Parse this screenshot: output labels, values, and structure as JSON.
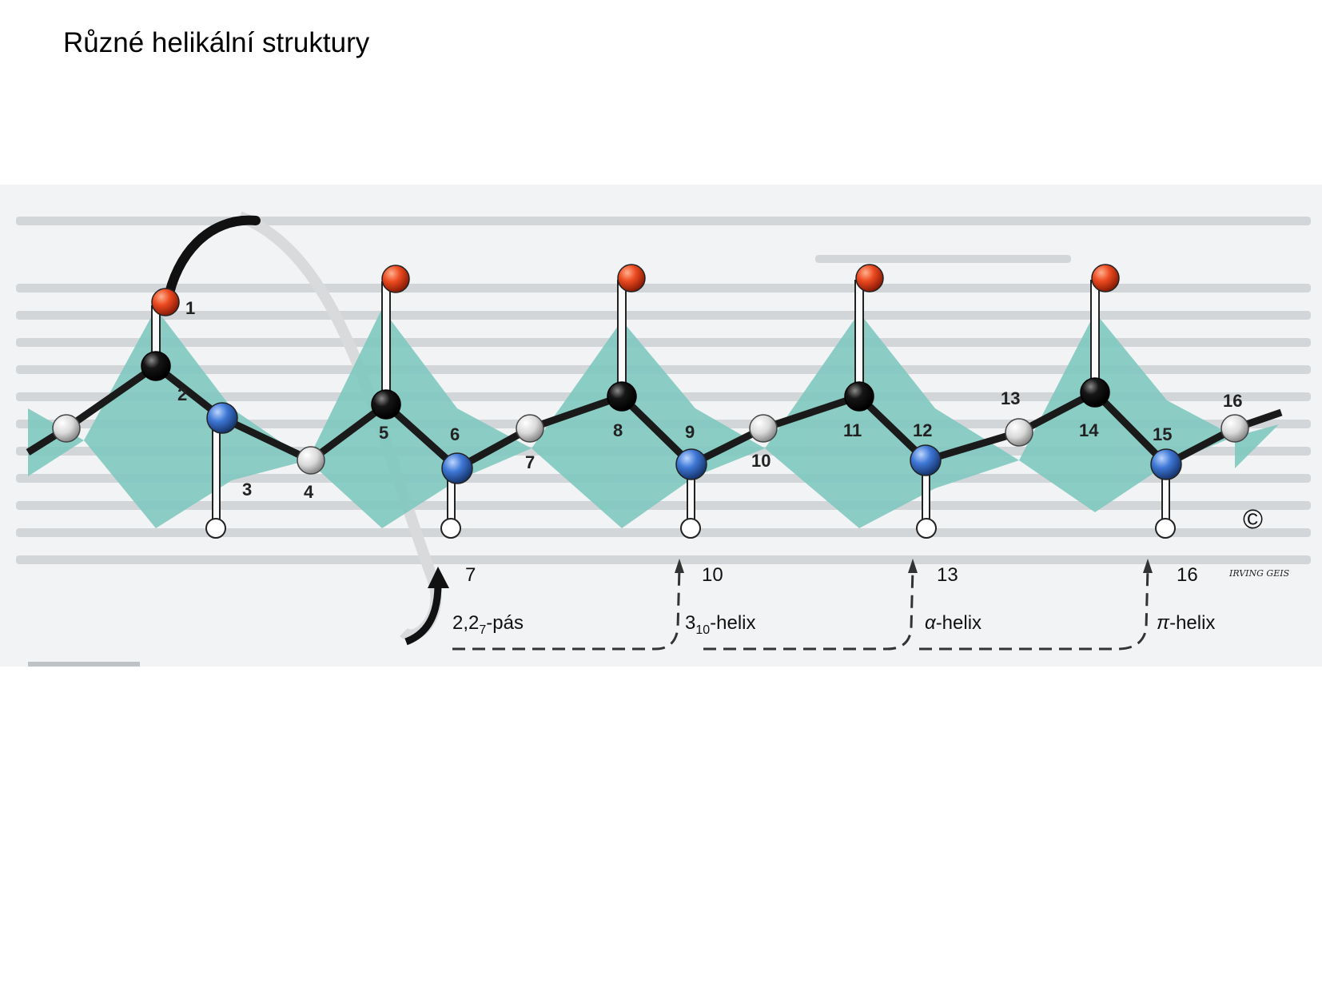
{
  "title": "Různé helikální struktury",
  "figure": {
    "atom_numbers": [
      "1",
      "2",
      "3",
      "4",
      "5",
      "6",
      "7",
      "8",
      "9",
      "10",
      "11",
      "12",
      "13",
      "14",
      "15",
      "16"
    ],
    "hbond_partner_labels": [
      "7",
      "10",
      "13",
      "16"
    ],
    "helix_types": [
      {
        "name": "2,2",
        "subscript": "7",
        "suffix": "-pás"
      },
      {
        "name": "3",
        "subscript": "10",
        "suffix": "-helix"
      },
      {
        "name": "α",
        "subscript": "",
        "suffix": "-helix"
      },
      {
        "name": "π",
        "subscript": "",
        "suffix": "-helix"
      }
    ],
    "copyright_mark": "©",
    "artist_signature": "IRVING GEIS",
    "colors": {
      "oxygen": "#e8401c",
      "carbon_alpha": "#e6e6e6",
      "carbonyl_carbon": "#111111",
      "nitrogen": "#3a72d0",
      "hydrogen": "#ffffff",
      "peptide_plane": "#7fc9c0",
      "background": "#f2f3f4"
    }
  }
}
